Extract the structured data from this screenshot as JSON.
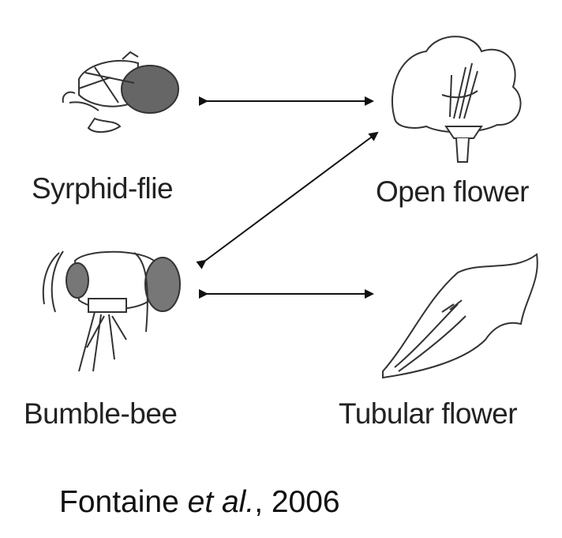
{
  "nodes": {
    "syrphid_fly": "Syrphid-flie",
    "open_flower": "Open flower",
    "bumble_bee": "Bumble-bee",
    "tubular_flower": "Tubular flower"
  },
  "edges": [
    {
      "from": "Syrphid-flie",
      "to": "Open flower",
      "bidirectional": true
    },
    {
      "from": "Bumble-bee",
      "to": "Open flower",
      "bidirectional": true
    },
    {
      "from": "Bumble-bee",
      "to": "Tubular flower",
      "bidirectional": true
    }
  ],
  "citation": {
    "authors": "Fontaine",
    "etal": "et al.",
    "year_suffix": ", 2006"
  }
}
